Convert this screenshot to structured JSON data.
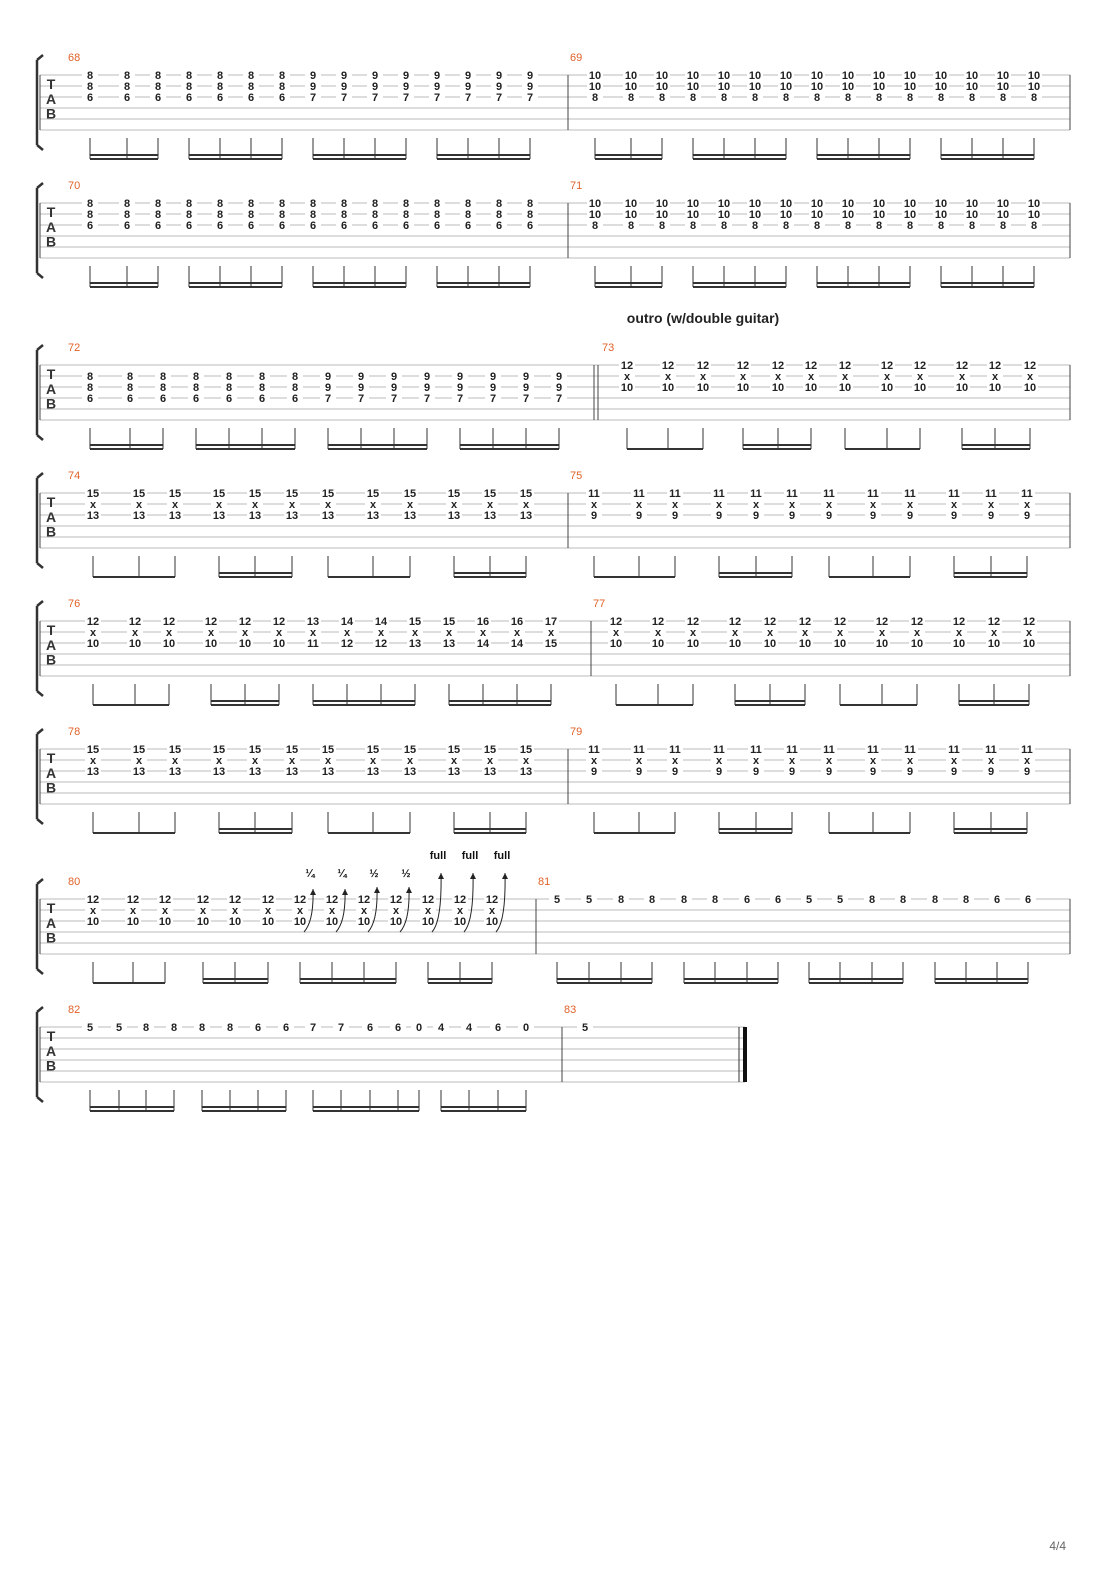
{
  "page": {
    "label": "4/4"
  },
  "section_marker": {
    "text": "outro (w/double guitar)"
  },
  "bend_labels": [
    "¼",
    "¼",
    "½",
    "½",
    "full",
    "full",
    "full"
  ],
  "systems": [
    {
      "measures": [
        {
          "number": "68",
          "beats": [
            [
              "8",
              "8",
              "6"
            ],
            [
              "8",
              "8",
              "6"
            ],
            [
              "8",
              "8",
              "6"
            ],
            [
              "8",
              "8",
              "6"
            ],
            [
              "8",
              "8",
              "6"
            ],
            [
              "8",
              "8",
              "6"
            ],
            [
              "8",
              "8",
              "6"
            ],
            [
              "9",
              "9",
              "7"
            ],
            [
              "9",
              "9",
              "7"
            ],
            [
              "9",
              "9",
              "7"
            ],
            [
              "9",
              "9",
              "7"
            ],
            [
              "9",
              "9",
              "7"
            ],
            [
              "9",
              "9",
              "7"
            ],
            [
              "9",
              "9",
              "7"
            ],
            [
              "9",
              "9",
              "7"
            ]
          ]
        },
        {
          "number": "69",
          "beats": [
            [
              "10",
              "10",
              "8"
            ],
            [
              "10",
              "10",
              "8"
            ],
            [
              "10",
              "10",
              "8"
            ],
            [
              "10",
              "10",
              "8"
            ],
            [
              "10",
              "10",
              "8"
            ],
            [
              "10",
              "10",
              "8"
            ],
            [
              "10",
              "10",
              "8"
            ],
            [
              "10",
              "10",
              "8"
            ],
            [
              "10",
              "10",
              "8"
            ],
            [
              "10",
              "10",
              "8"
            ],
            [
              "10",
              "10",
              "8"
            ],
            [
              "10",
              "10",
              "8"
            ],
            [
              "10",
              "10",
              "8"
            ],
            [
              "10",
              "10",
              "8"
            ],
            [
              "10",
              "10",
              "8"
            ]
          ]
        }
      ]
    },
    {
      "measures": [
        {
          "number": "70",
          "beats": [
            [
              "8",
              "8",
              "6"
            ],
            [
              "8",
              "8",
              "6"
            ],
            [
              "8",
              "8",
              "6"
            ],
            [
              "8",
              "8",
              "6"
            ],
            [
              "8",
              "8",
              "6"
            ],
            [
              "8",
              "8",
              "6"
            ],
            [
              "8",
              "8",
              "6"
            ],
            [
              "8",
              "8",
              "6"
            ],
            [
              "8",
              "8",
              "6"
            ],
            [
              "8",
              "8",
              "6"
            ],
            [
              "8",
              "8",
              "6"
            ],
            [
              "8",
              "8",
              "6"
            ],
            [
              "8",
              "8",
              "6"
            ],
            [
              "8",
              "8",
              "6"
            ],
            [
              "8",
              "8",
              "6"
            ]
          ]
        },
        {
          "number": "71",
          "beats": [
            [
              "10",
              "10",
              "8"
            ],
            [
              "10",
              "10",
              "8"
            ],
            [
              "10",
              "10",
              "8"
            ],
            [
              "10",
              "10",
              "8"
            ],
            [
              "10",
              "10",
              "8"
            ],
            [
              "10",
              "10",
              "8"
            ],
            [
              "10",
              "10",
              "8"
            ],
            [
              "10",
              "10",
              "8"
            ],
            [
              "10",
              "10",
              "8"
            ],
            [
              "10",
              "10",
              "8"
            ],
            [
              "10",
              "10",
              "8"
            ],
            [
              "10",
              "10",
              "8"
            ],
            [
              "10",
              "10",
              "8"
            ],
            [
              "10",
              "10",
              "8"
            ],
            [
              "10",
              "10",
              "8"
            ]
          ]
        }
      ]
    },
    {
      "measures": [
        {
          "number": "72",
          "beats": [
            [
              "8",
              "8",
              "6"
            ],
            [
              "8",
              "8",
              "6"
            ],
            [
              "8",
              "8",
              "6"
            ],
            [
              "8",
              "8",
              "6"
            ],
            [
              "8",
              "8",
              "6"
            ],
            [
              "8",
              "8",
              "6"
            ],
            [
              "8",
              "8",
              "6"
            ],
            [
              "9",
              "9",
              "7"
            ],
            [
              "9",
              "9",
              "7"
            ],
            [
              "9",
              "9",
              "7"
            ],
            [
              "9",
              "9",
              "7"
            ],
            [
              "9",
              "9",
              "7"
            ],
            [
              "9",
              "9",
              "7"
            ],
            [
              "9",
              "9",
              "7"
            ],
            [
              "9",
              "9",
              "7"
            ]
          ]
        },
        {
          "number": "73",
          "beats": [
            [
              "12",
              "x",
              "10"
            ],
            [
              "12",
              "x",
              "10"
            ],
            [
              "12",
              "x",
              "10"
            ],
            [
              "12",
              "x",
              "10"
            ],
            [
              "12",
              "x",
              "10"
            ],
            [
              "12",
              "x",
              "10"
            ],
            [
              "12",
              "x",
              "10"
            ],
            [
              "12",
              "x",
              "10"
            ],
            [
              "12",
              "x",
              "10"
            ],
            [
              "12",
              "x",
              "10"
            ],
            [
              "12",
              "x",
              "10"
            ],
            [
              "12",
              "x",
              "10"
            ]
          ]
        }
      ]
    },
    {
      "measures": [
        {
          "number": "74",
          "beats": [
            [
              "15",
              "x",
              "13"
            ],
            [
              "15",
              "x",
              "13"
            ],
            [
              "15",
              "x",
              "13"
            ],
            [
              "15",
              "x",
              "13"
            ],
            [
              "15",
              "x",
              "13"
            ],
            [
              "15",
              "x",
              "13"
            ],
            [
              "15",
              "x",
              "13"
            ],
            [
              "15",
              "x",
              "13"
            ],
            [
              "15",
              "x",
              "13"
            ],
            [
              "15",
              "x",
              "13"
            ],
            [
              "15",
              "x",
              "13"
            ],
            [
              "15",
              "x",
              "13"
            ]
          ]
        },
        {
          "number": "75",
          "beats": [
            [
              "11",
              "x",
              "9"
            ],
            [
              "11",
              "x",
              "9"
            ],
            [
              "11",
              "x",
              "9"
            ],
            [
              "11",
              "x",
              "9"
            ],
            [
              "11",
              "x",
              "9"
            ],
            [
              "11",
              "x",
              "9"
            ],
            [
              "11",
              "x",
              "9"
            ],
            [
              "11",
              "x",
              "9"
            ],
            [
              "11",
              "x",
              "9"
            ],
            [
              "11",
              "x",
              "9"
            ],
            [
              "11",
              "x",
              "9"
            ],
            [
              "11",
              "x",
              "9"
            ]
          ]
        }
      ]
    },
    {
      "measures": [
        {
          "number": "76",
          "beats": [
            [
              "12",
              "x",
              "10"
            ],
            [
              "12",
              "x",
              "10"
            ],
            [
              "12",
              "x",
              "10"
            ],
            [
              "12",
              "x",
              "10"
            ],
            [
              "12",
              "x",
              "10"
            ],
            [
              "12",
              "x",
              "10"
            ],
            [
              "13",
              "x",
              "11"
            ],
            [
              "14",
              "x",
              "12"
            ],
            [
              "14",
              "x",
              "12"
            ],
            [
              "15",
              "x",
              "13"
            ],
            [
              "15",
              "x",
              "13"
            ],
            [
              "16",
              "x",
              "14"
            ],
            [
              "16",
              "x",
              "14"
            ],
            [
              "17",
              "x",
              "15"
            ]
          ]
        },
        {
          "number": "77",
          "beats": [
            [
              "12",
              "x",
              "10"
            ],
            [
              "12",
              "x",
              "10"
            ],
            [
              "12",
              "x",
              "10"
            ],
            [
              "12",
              "x",
              "10"
            ],
            [
              "12",
              "x",
              "10"
            ],
            [
              "12",
              "x",
              "10"
            ],
            [
              "12",
              "x",
              "10"
            ],
            [
              "12",
              "x",
              "10"
            ],
            [
              "12",
              "x",
              "10"
            ],
            [
              "12",
              "x",
              "10"
            ],
            [
              "12",
              "x",
              "10"
            ],
            [
              "12",
              "x",
              "10"
            ]
          ]
        }
      ]
    },
    {
      "measures": [
        {
          "number": "78",
          "beats": [
            [
              "15",
              "x",
              "13"
            ],
            [
              "15",
              "x",
              "13"
            ],
            [
              "15",
              "x",
              "13"
            ],
            [
              "15",
              "x",
              "13"
            ],
            [
              "15",
              "x",
              "13"
            ],
            [
              "15",
              "x",
              "13"
            ],
            [
              "15",
              "x",
              "13"
            ],
            [
              "15",
              "x",
              "13"
            ],
            [
              "15",
              "x",
              "13"
            ],
            [
              "15",
              "x",
              "13"
            ],
            [
              "15",
              "x",
              "13"
            ],
            [
              "15",
              "x",
              "13"
            ]
          ]
        },
        {
          "number": "79",
          "beats": [
            [
              "11",
              "x",
              "9"
            ],
            [
              "11",
              "x",
              "9"
            ],
            [
              "11",
              "x",
              "9"
            ],
            [
              "11",
              "x",
              "9"
            ],
            [
              "11",
              "x",
              "9"
            ],
            [
              "11",
              "x",
              "9"
            ],
            [
              "11",
              "x",
              "9"
            ],
            [
              "11",
              "x",
              "9"
            ],
            [
              "11",
              "x",
              "9"
            ],
            [
              "11",
              "x",
              "9"
            ],
            [
              "11",
              "x",
              "9"
            ],
            [
              "11",
              "x",
              "9"
            ]
          ]
        }
      ]
    },
    {
      "measures": [
        {
          "number": "80",
          "beats": [
            [
              "12",
              "x",
              "10"
            ],
            [
              "12",
              "x",
              "10"
            ],
            [
              "12",
              "x",
              "10"
            ],
            [
              "12",
              "x",
              "10"
            ],
            [
              "12",
              "x",
              "10"
            ],
            [
              "12",
              "x",
              "10"
            ],
            [
              "12",
              "x",
              "10"
            ],
            [
              "12",
              "x",
              "10"
            ],
            [
              "12",
              "x",
              "10"
            ],
            [
              "12",
              "x",
              "10"
            ],
            [
              "12",
              "x",
              "10"
            ],
            [
              "12",
              "x",
              "10"
            ],
            [
              "12",
              "x",
              "10"
            ]
          ]
        },
        {
          "number": "81",
          "beats": [
            [
              "5"
            ],
            [
              "5"
            ],
            [
              "8"
            ],
            [
              "8"
            ],
            [
              "8"
            ],
            [
              "8"
            ],
            [
              "6"
            ],
            [
              "6"
            ],
            [
              "5"
            ],
            [
              "5"
            ],
            [
              "8"
            ],
            [
              "8"
            ],
            [
              "8"
            ],
            [
              "8"
            ],
            [
              "6"
            ],
            [
              "6"
            ]
          ]
        }
      ]
    },
    {
      "measures": [
        {
          "number": "82",
          "beats": [
            [
              "5"
            ],
            [
              "5"
            ],
            [
              "8"
            ],
            [
              "8"
            ],
            [
              "8"
            ],
            [
              "8"
            ],
            [
              "6"
            ],
            [
              "6"
            ],
            [
              "7"
            ],
            [
              "7"
            ],
            [
              "6"
            ],
            [
              "6"
            ],
            [
              "0"
            ],
            [
              "4"
            ],
            [
              "4"
            ],
            [
              "6"
            ],
            [
              "0"
            ]
          ]
        },
        {
          "number": "83",
          "beats": [
            [
              "5"
            ]
          ]
        }
      ]
    }
  ]
}
